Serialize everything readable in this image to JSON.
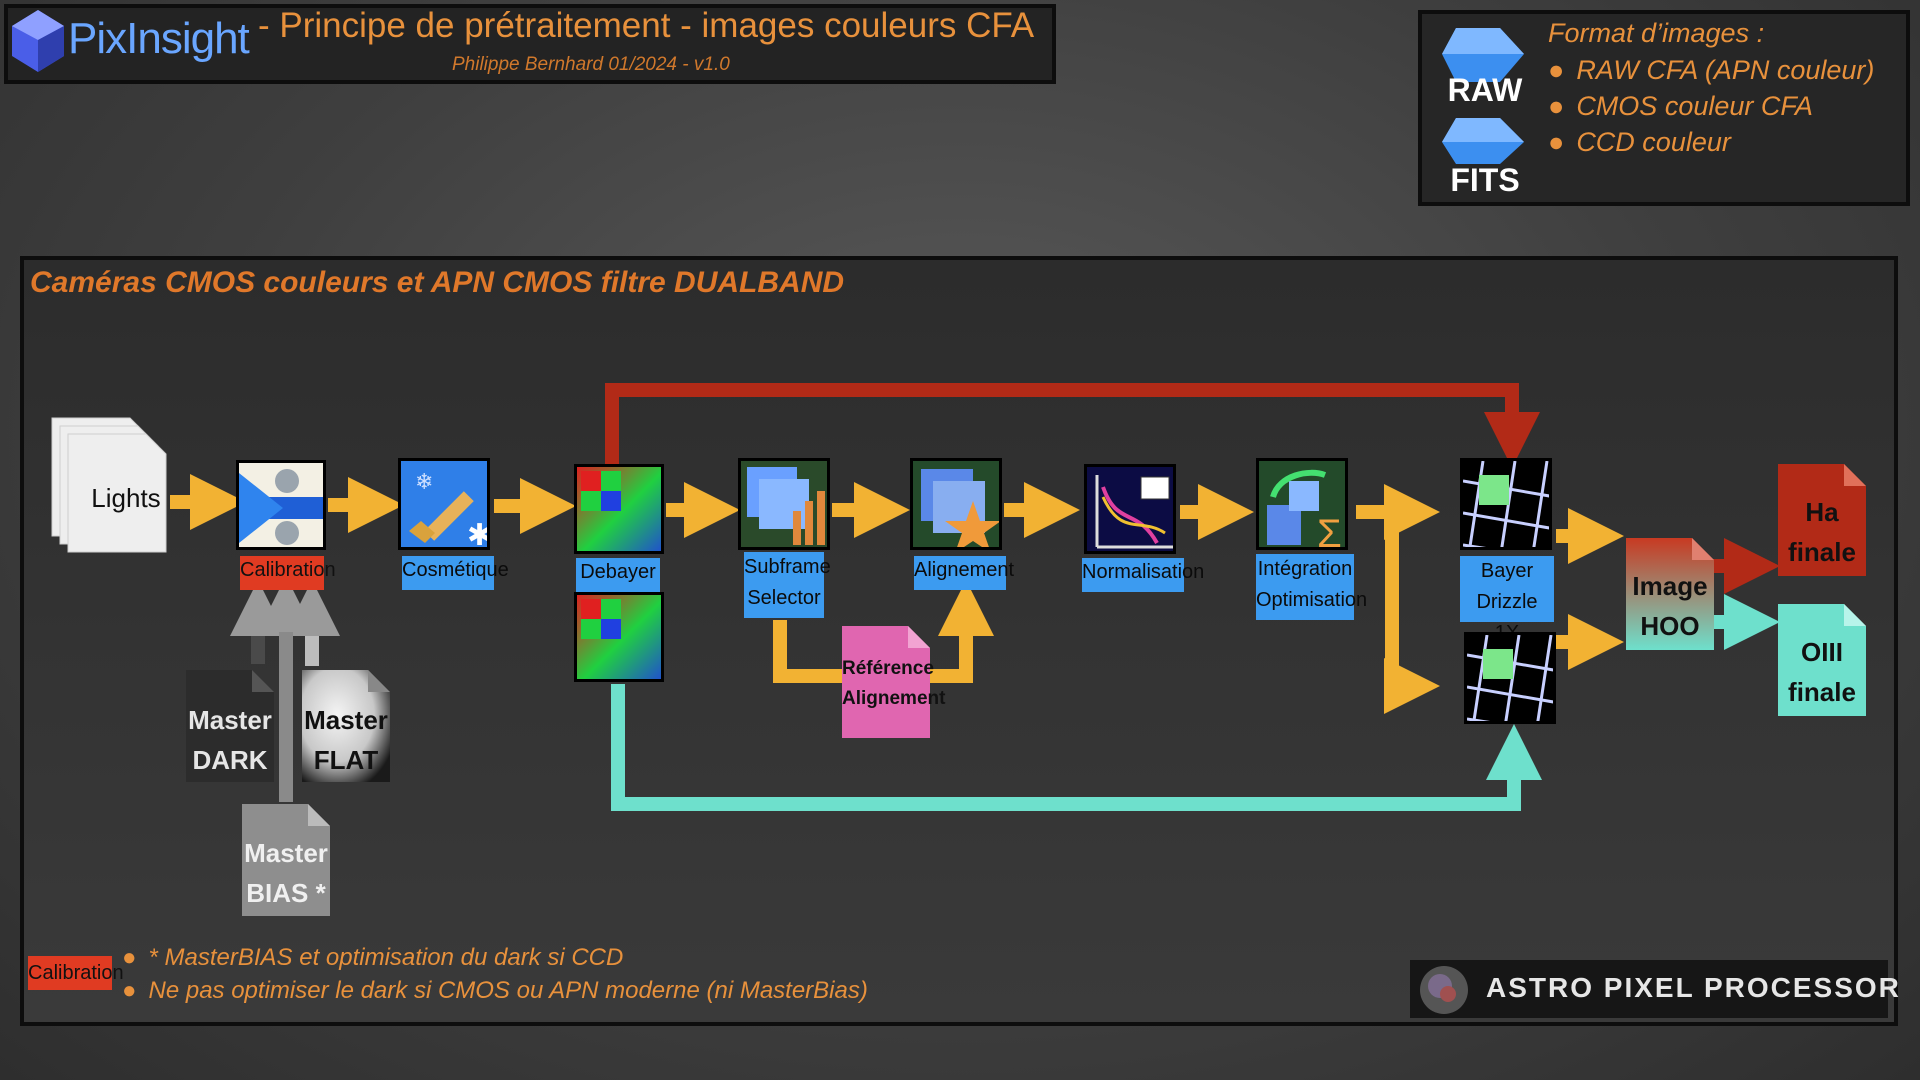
{
  "header": {
    "brand": "PixInsight",
    "title": "- Principe de prétraitement - images couleurs CFA",
    "subtitle": "Philippe Bernhard 01/2024 - v1.0"
  },
  "formats": {
    "raw_label": "RAW",
    "fits_label": "FITS",
    "title": "Format d’images :",
    "items": [
      "RAW CFA (APN couleur)",
      "CMOS couleur CFA",
      "CCD couleur"
    ]
  },
  "panel": {
    "title": "Caméras CMOS couleurs et APN CMOS filtre DUALBAND"
  },
  "nodes": {
    "lights": "Lights",
    "calibration": "Calibration",
    "cosmetique": "Cosmétique",
    "debayer": "Debayer",
    "subframe": "Subframe\nSelector",
    "alignement": "Alignement",
    "normalisation": "Normalisation",
    "integration": "Intégration\nOptimisation",
    "bayer_drizzle": "Bayer Drizzle\n1X",
    "master_dark": "Master\nDARK",
    "master_flat": "Master\nFLAT",
    "master_bias": "Master\nBIAS *",
    "reference": "Référence\nAlignement",
    "image_hoo": "Image\nHOO",
    "ha_finale": "Ha\nfinale",
    "oiii_finale": "OIII\nfinale"
  },
  "notes": {
    "badge": "Calibration",
    "items": [
      "* MasterBIAS et optimisation du dark si CCD",
      "Ne pas optimiser le dark si CMOS ou APN moderne (ni MasterBias)"
    ]
  },
  "footer": {
    "app": "ASTRO PIXEL PROCESSOR"
  },
  "colors": {
    "orange": "#f2b233",
    "red": "#b22a17",
    "cyan": "#6ee0cc",
    "label_blue": "#3c9bf0",
    "title_orange": "#e8913c"
  }
}
